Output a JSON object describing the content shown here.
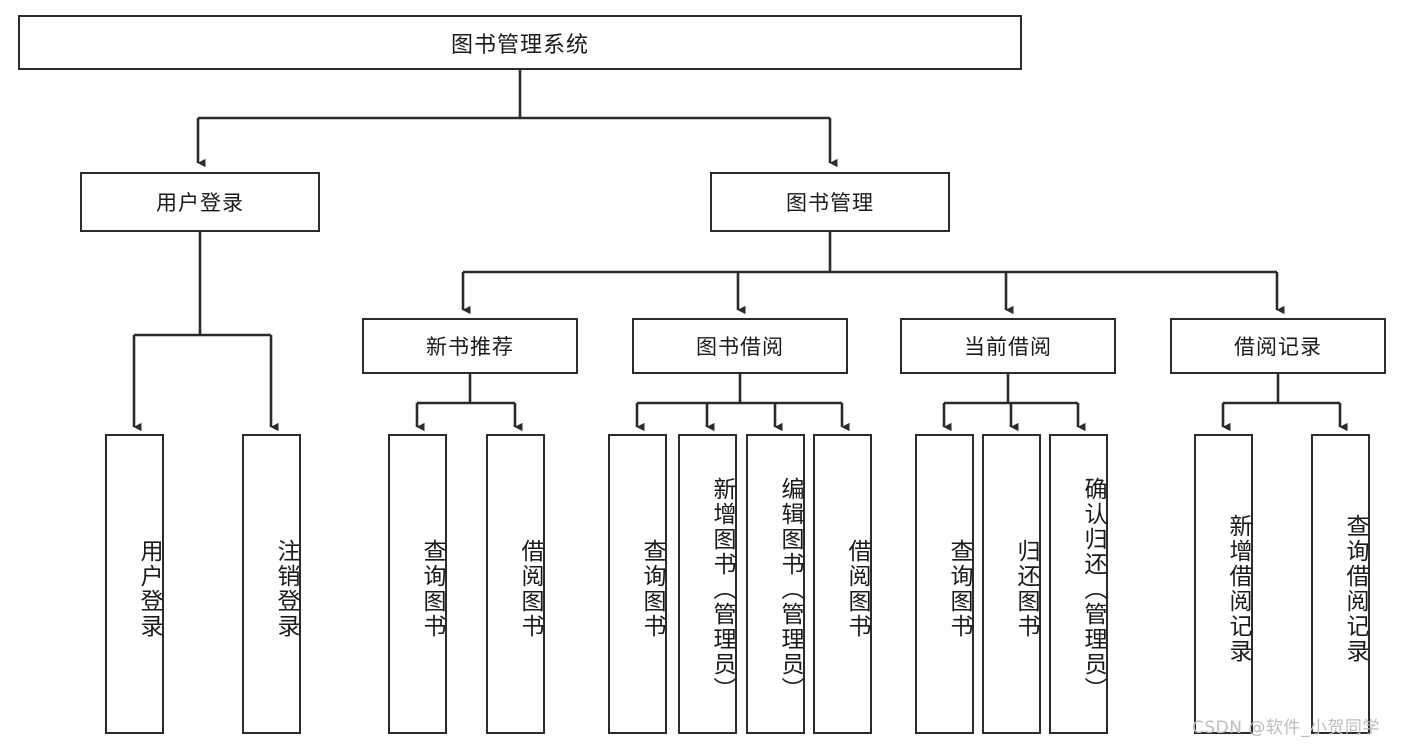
{
  "diagram": {
    "title": "图书管理系统",
    "type": "tree-hierarchy",
    "watermark": "CSDN @软件_小贺同学",
    "root": {
      "id": "root",
      "label": "图书管理系统"
    },
    "level2": [
      {
        "id": "user-login",
        "label": "用户登录"
      },
      {
        "id": "book-manage",
        "label": "图书管理"
      }
    ],
    "level3": [
      {
        "id": "new-book-recommend",
        "label": "新书推荐",
        "parent": "book-manage"
      },
      {
        "id": "book-borrow",
        "label": "图书借阅",
        "parent": "book-manage"
      },
      {
        "id": "current-borrow",
        "label": "当前借阅",
        "parent": "book-manage"
      },
      {
        "id": "borrow-record",
        "label": "借阅记录",
        "parent": "book-manage"
      }
    ],
    "leaves": [
      {
        "id": "leaf-user-login",
        "label": "用户登录",
        "parent": "user-login"
      },
      {
        "id": "leaf-logout",
        "label": "注销登录",
        "parent": "user-login"
      },
      {
        "id": "leaf-query-book-1",
        "label": "查询图书",
        "parent": "new-book-recommend"
      },
      {
        "id": "leaf-borrow-book-1",
        "label": "借阅图书",
        "parent": "new-book-recommend"
      },
      {
        "id": "leaf-query-book-2",
        "label": "查询图书",
        "parent": "book-borrow"
      },
      {
        "id": "leaf-add-book",
        "label": "新增图书（管理员）",
        "parent": "book-borrow"
      },
      {
        "id": "leaf-edit-book",
        "label": "编辑图书（管理员）",
        "parent": "book-borrow"
      },
      {
        "id": "leaf-borrow-book-2",
        "label": "借阅图书",
        "parent": "book-borrow"
      },
      {
        "id": "leaf-query-book-3",
        "label": "查询图书",
        "parent": "current-borrow"
      },
      {
        "id": "leaf-return-book",
        "label": "归还图书",
        "parent": "current-borrow"
      },
      {
        "id": "leaf-confirm-return",
        "label": "确认归还（管理员）",
        "parent": "current-borrow"
      },
      {
        "id": "leaf-add-record",
        "label": "新增借阅记录",
        "parent": "borrow-record"
      },
      {
        "id": "leaf-query-record",
        "label": "查询借阅记录",
        "parent": "borrow-record"
      }
    ],
    "colors": {
      "stroke": "#2b2b2b",
      "background": "#ffffff",
      "text": "#1a1a1a",
      "watermark": "#bdbdbd"
    }
  }
}
